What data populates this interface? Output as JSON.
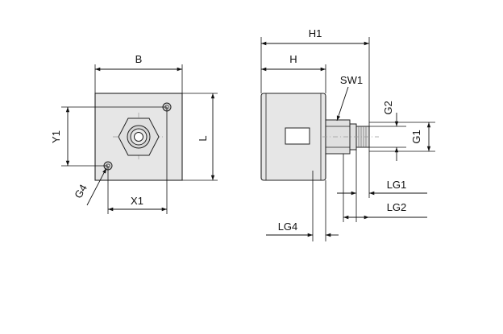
{
  "labels": {
    "b": "B",
    "l": "L",
    "y1": "Y1",
    "x1": "X1",
    "g4": "G4",
    "h1": "H1",
    "h": "H",
    "sw1": "SW1",
    "g2": "G2",
    "g1": "G1",
    "lg1": "LG1",
    "lg2": "LG2",
    "lg4": "LG4"
  },
  "colors": {
    "body_fill": "#e6e6e6",
    "line": "#111111"
  }
}
